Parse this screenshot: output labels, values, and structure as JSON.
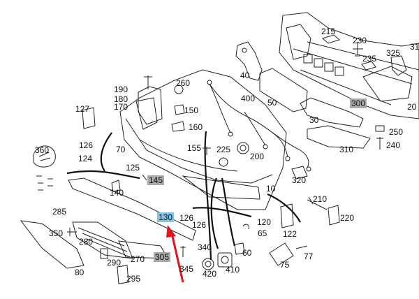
{
  "diagram": {
    "highlight_colors": {
      "selected": "#7fc6e3",
      "shaded": "#a9a9a9",
      "arrow": "#e0141a"
    },
    "selected_part": "130",
    "labels": [
      {
        "id": "215",
        "text": "215",
        "style": "plain"
      },
      {
        "id": "230",
        "text": "230",
        "style": "plain"
      },
      {
        "id": "325",
        "text": "325",
        "style": "plain"
      },
      {
        "id": "31",
        "text": "31",
        "style": "plain"
      },
      {
        "id": "235",
        "text": "235",
        "style": "plain"
      },
      {
        "id": "40",
        "text": "40",
        "style": "plain"
      },
      {
        "id": "260",
        "text": "260",
        "style": "plain"
      },
      {
        "id": "190",
        "text": "190",
        "style": "plain"
      },
      {
        "id": "180",
        "text": "180",
        "style": "plain"
      },
      {
        "id": "170",
        "text": "170",
        "style": "plain"
      },
      {
        "id": "400",
        "text": "400",
        "style": "plain"
      },
      {
        "id": "50",
        "text": "50",
        "style": "plain"
      },
      {
        "id": "300",
        "text": "300",
        "style": "shaded"
      },
      {
        "id": "20",
        "text": "20",
        "style": "plain"
      },
      {
        "id": "127",
        "text": "127",
        "style": "plain"
      },
      {
        "id": "150",
        "text": "150",
        "style": "plain"
      },
      {
        "id": "160",
        "text": "160",
        "style": "plain"
      },
      {
        "id": "30",
        "text": "30",
        "style": "plain"
      },
      {
        "id": "250",
        "text": "250",
        "style": "plain"
      },
      {
        "id": "360",
        "text": "360",
        "style": "plain"
      },
      {
        "id": "126a",
        "text": "126",
        "style": "plain"
      },
      {
        "id": "70",
        "text": "70",
        "style": "plain"
      },
      {
        "id": "155",
        "text": "155",
        "style": "plain"
      },
      {
        "id": "225",
        "text": "225",
        "style": "plain"
      },
      {
        "id": "200",
        "text": "200",
        "style": "plain"
      },
      {
        "id": "310",
        "text": "310",
        "style": "plain"
      },
      {
        "id": "240",
        "text": "240",
        "style": "plain"
      },
      {
        "id": "124",
        "text": "124",
        "style": "plain"
      },
      {
        "id": "125",
        "text": "125",
        "style": "plain"
      },
      {
        "id": "145",
        "text": "145",
        "style": "shaded"
      },
      {
        "id": "320",
        "text": "320",
        "style": "plain"
      },
      {
        "id": "140",
        "text": "140",
        "style": "plain"
      },
      {
        "id": "10",
        "text": "10",
        "style": "plain"
      },
      {
        "id": "210",
        "text": "210",
        "style": "plain"
      },
      {
        "id": "285",
        "text": "285",
        "style": "plain"
      },
      {
        "id": "130",
        "text": "130",
        "style": "selected"
      },
      {
        "id": "126b",
        "text": "126",
        "style": "plain"
      },
      {
        "id": "126c",
        "text": "126",
        "style": "plain"
      },
      {
        "id": "120",
        "text": "120",
        "style": "plain"
      },
      {
        "id": "220",
        "text": "220",
        "style": "plain"
      },
      {
        "id": "350",
        "text": "350",
        "style": "plain"
      },
      {
        "id": "65",
        "text": "65",
        "style": "plain"
      },
      {
        "id": "122",
        "text": "122",
        "style": "plain"
      },
      {
        "id": "280",
        "text": "280",
        "style": "plain"
      },
      {
        "id": "340",
        "text": "340",
        "style": "plain"
      },
      {
        "id": "60",
        "text": "60",
        "style": "plain"
      },
      {
        "id": "77",
        "text": "77",
        "style": "plain"
      },
      {
        "id": "290",
        "text": "290",
        "style": "plain"
      },
      {
        "id": "270",
        "text": "270",
        "style": "plain"
      },
      {
        "id": "305",
        "text": "305",
        "style": "shaded"
      },
      {
        "id": "75",
        "text": "75",
        "style": "plain"
      },
      {
        "id": "80",
        "text": "80",
        "style": "plain"
      },
      {
        "id": "345",
        "text": "345",
        "style": "plain"
      },
      {
        "id": "420",
        "text": "420",
        "style": "plain"
      },
      {
        "id": "410",
        "text": "410",
        "style": "plain"
      },
      {
        "id": "295",
        "text": "295",
        "style": "plain"
      }
    ]
  }
}
